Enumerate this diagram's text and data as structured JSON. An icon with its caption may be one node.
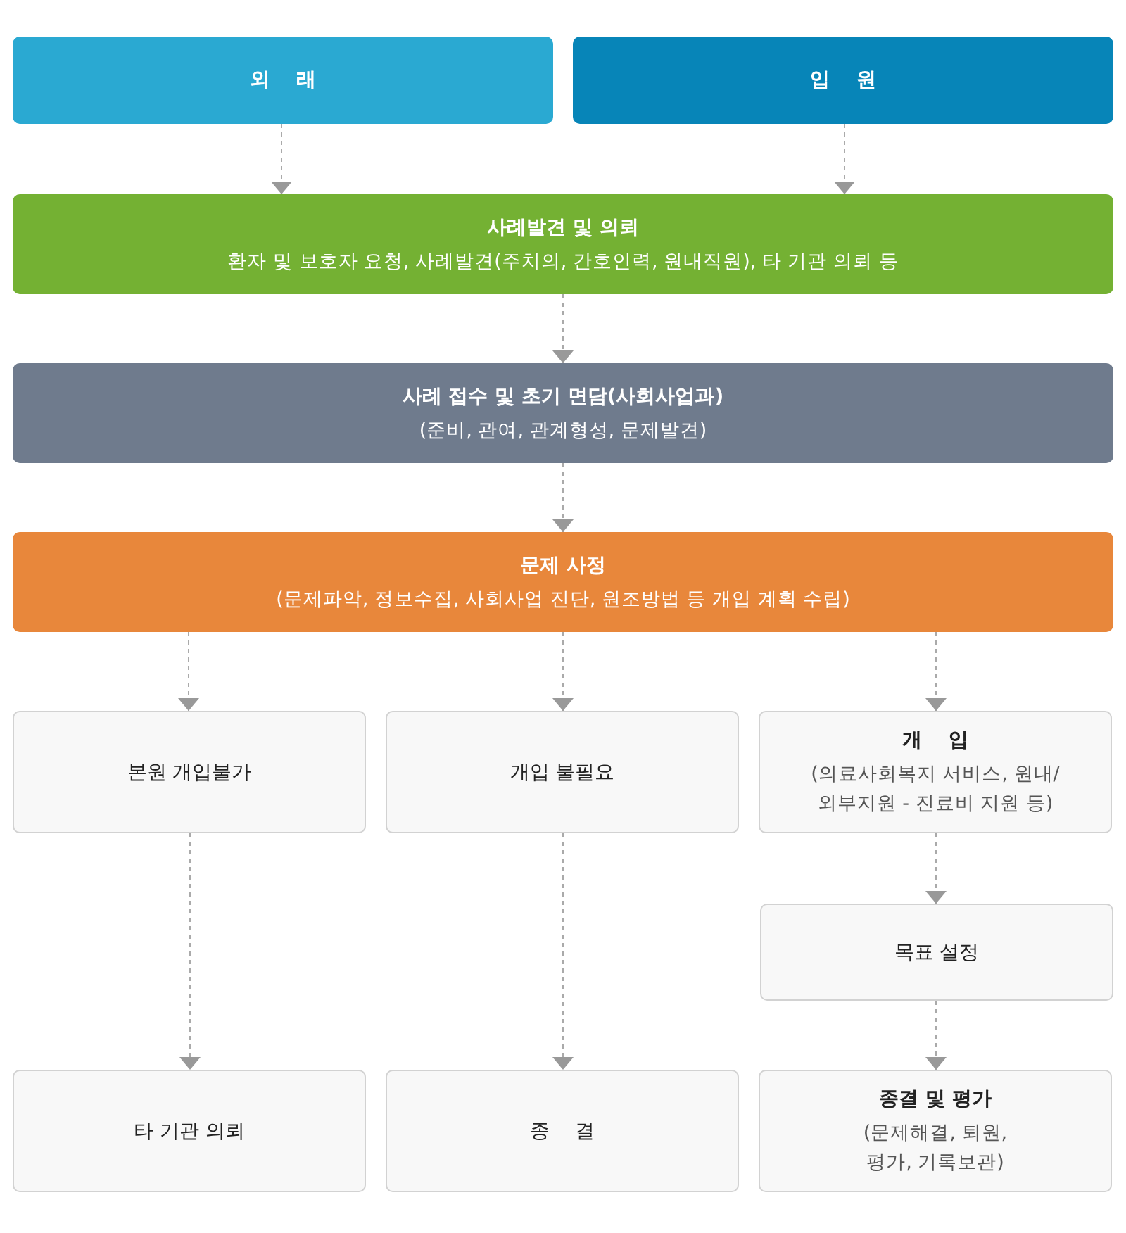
{
  "diagram": {
    "nodes": [
      {
        "text": [
          "외 래"
        ]
      },
      {
        "text": [
          "입 원"
        ]
      },
      {
        "text": [
          "사례발견 및 의뢰",
          "환자 및 보호자 요청, 사례발견(주치의, 간호인력, 원내직원), 타 기관 의뢰 등"
        ]
      },
      {
        "text": [
          "사례 접수 및 초기 면담(사회사업과)",
          "(준비, 관여, 관계형성, 문제발견)"
        ]
      },
      {
        "text": [
          "문제 사정",
          "(문제파악, 정보수집, 사회사업 진단, 원조방법 등 개입 계획 수립)"
        ]
      },
      {
        "text": [
          "본원 개입불가"
        ]
      },
      {
        "text": [
          "개입 불필요"
        ]
      },
      {
        "text": [
          "개 입",
          "(의료사회복지 서비스, 원내/외부지원 - 진료비 지원 등)"
        ]
      },
      {
        "text": [
          "목표 설정"
        ]
      },
      {
        "text": [
          "타 기관 의뢰"
        ]
      },
      {
        "text": [
          "종 결"
        ]
      },
      {
        "text": [
          "종결 및 평가",
          "(문제해결, 퇴원, 평가, 기록보관)"
        ]
      }
    ],
    "edges": [
      {
        "from": 0,
        "to": 2,
        "arrow": "to",
        "style": "dashed"
      },
      {
        "from": 1,
        "to": 2,
        "arrow": "to",
        "style": "dashed"
      },
      {
        "from": 2,
        "to": 3,
        "arrow": "to",
        "style": "dashed"
      },
      {
        "from": 3,
        "to": 4,
        "arrow": "to",
        "style": "dashed"
      },
      {
        "from": 4,
        "to": 5,
        "arrow": "to",
        "style": "dashed"
      },
      {
        "from": 4,
        "to": 6,
        "arrow": "to",
        "style": "dashed"
      },
      {
        "from": 4,
        "to": 7,
        "arrow": "to",
        "style": "dashed"
      },
      {
        "from": 5,
        "to": 9,
        "arrow": "to",
        "style": "dashed"
      },
      {
        "from": 6,
        "to": 10,
        "arrow": "to",
        "style": "dashed"
      },
      {
        "from": 7,
        "to": 8,
        "arrow": "to",
        "style": "dashed"
      },
      {
        "from": 8,
        "to": 11,
        "arrow": "to",
        "style": "dashed"
      }
    ]
  }
}
